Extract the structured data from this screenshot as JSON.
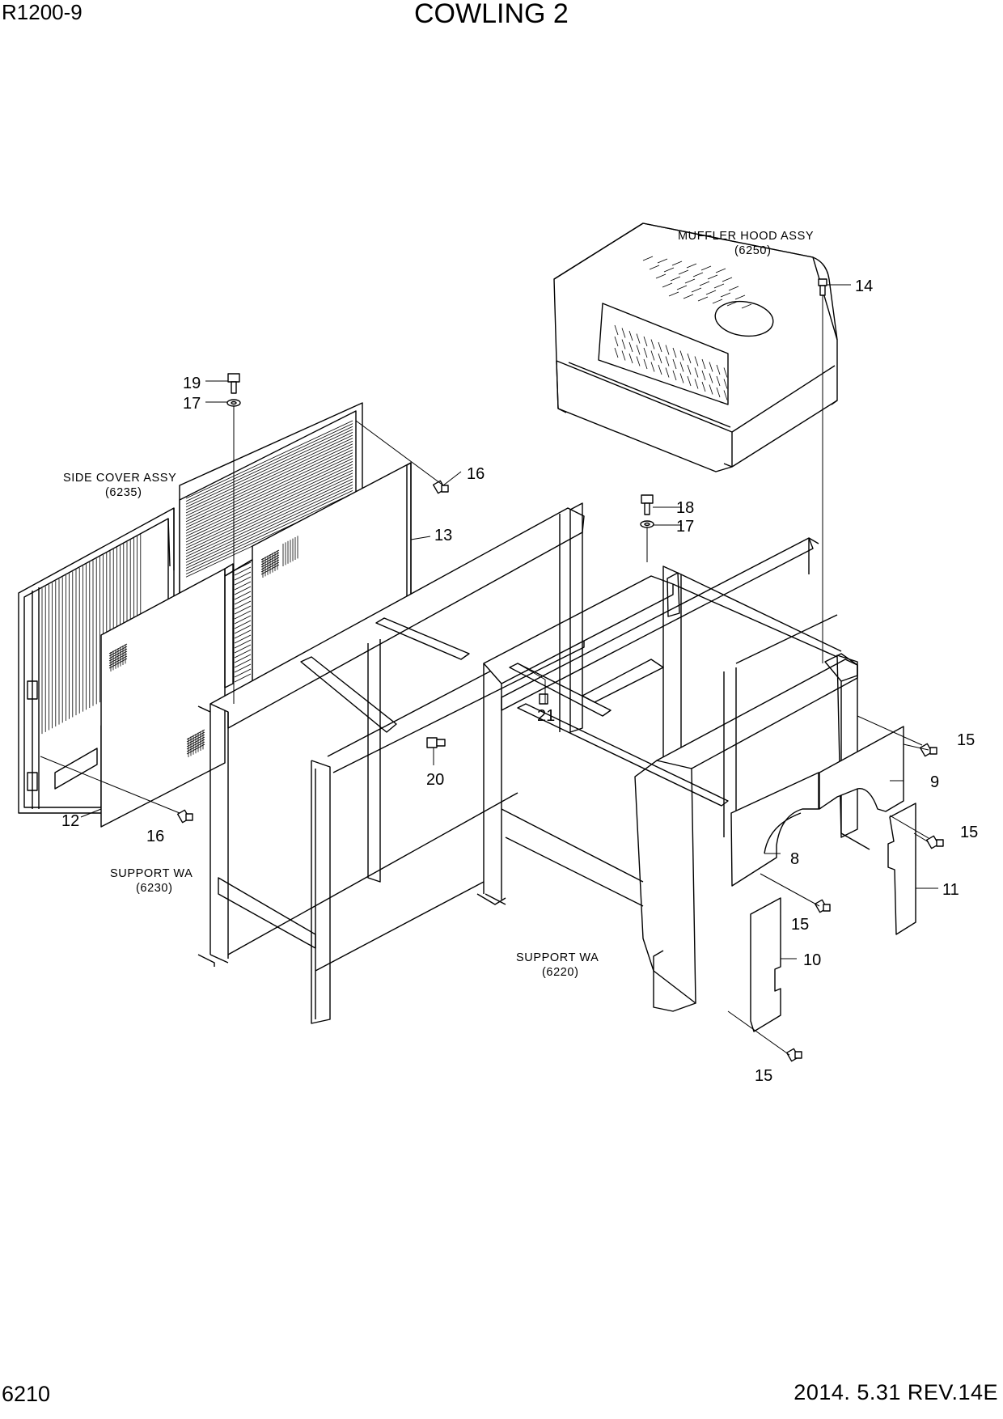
{
  "header": {
    "model": "R1200-9",
    "title": "COWLING 2"
  },
  "footer": {
    "page_number": "6210",
    "revision": "2014. 5.31  REV.14E"
  },
  "assemblies": {
    "muffler_hood": {
      "name": "MUFFLER HOOD ASSY",
      "code": "(6250)"
    },
    "side_cover": {
      "name": "SIDE COVER ASSY",
      "code": "(6235)"
    },
    "support_wa_left": {
      "name": "SUPPORT WA",
      "code": "(6230)"
    },
    "support_wa_right": {
      "name": "SUPPORT WA",
      "code": "(6220)"
    }
  },
  "callouts": {
    "c8": "8",
    "c9": "9",
    "c10": "10",
    "c11": "11",
    "c12": "12",
    "c13": "13",
    "c14": "14",
    "c15a": "15",
    "c15b": "15",
    "c15c": "15",
    "c15d": "15",
    "c16a": "16",
    "c16b": "16",
    "c17a": "17",
    "c17b": "17",
    "c18": "18",
    "c19": "19",
    "c20": "20",
    "c21": "21"
  }
}
